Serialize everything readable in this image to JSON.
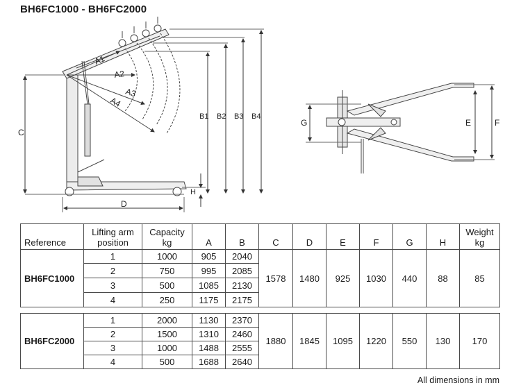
{
  "title": "BH6FC1000 - BH6FC2000",
  "drawing_labels": {
    "a1": "A1",
    "a2": "A2",
    "a3": "A3",
    "a4": "A4",
    "b1": "B1",
    "b2": "B2",
    "b3": "B3",
    "b4": "B4",
    "c": "C",
    "d": "D",
    "e": "E",
    "f": "F",
    "g": "G",
    "h": "H"
  },
  "table": {
    "headers": {
      "reference": "Reference",
      "arm_line1": "Lifting arm",
      "arm_line2": "position",
      "cap_line1": "Capacity",
      "cap_line2": "kg",
      "a": "A",
      "b": "B",
      "c": "C",
      "d": "D",
      "e": "E",
      "f": "F",
      "g": "G",
      "h": "H",
      "weight_line1": "Weight",
      "weight_line2": "kg"
    },
    "models": [
      {
        "reference": "BH6FC1000",
        "rows": [
          {
            "position": "1",
            "capacity": "1000",
            "a": "905",
            "b": "2040"
          },
          {
            "position": "2",
            "capacity": "750",
            "a": "995",
            "b": "2085"
          },
          {
            "position": "3",
            "capacity": "500",
            "a": "1085",
            "b": "2130"
          },
          {
            "position": "4",
            "capacity": "250",
            "a": "1175",
            "b": "2175"
          }
        ],
        "c": "1578",
        "d": "1480",
        "e": "925",
        "f": "1030",
        "g": "440",
        "h": "88",
        "weight": "85"
      },
      {
        "reference": "BH6FC2000",
        "rows": [
          {
            "position": "1",
            "capacity": "2000",
            "a": "1130",
            "b": "2370"
          },
          {
            "position": "2",
            "capacity": "1500",
            "a": "1310",
            "b": "2460"
          },
          {
            "position": "3",
            "capacity": "1000",
            "a": "1488",
            "b": "2555"
          },
          {
            "position": "4",
            "capacity": "500",
            "a": "1688",
            "b": "2640"
          }
        ],
        "c": "1880",
        "d": "1845",
        "e": "1095",
        "f": "1220",
        "g": "550",
        "h": "130",
        "weight": "170"
      }
    ],
    "footnote": "All dimensions in mm"
  }
}
